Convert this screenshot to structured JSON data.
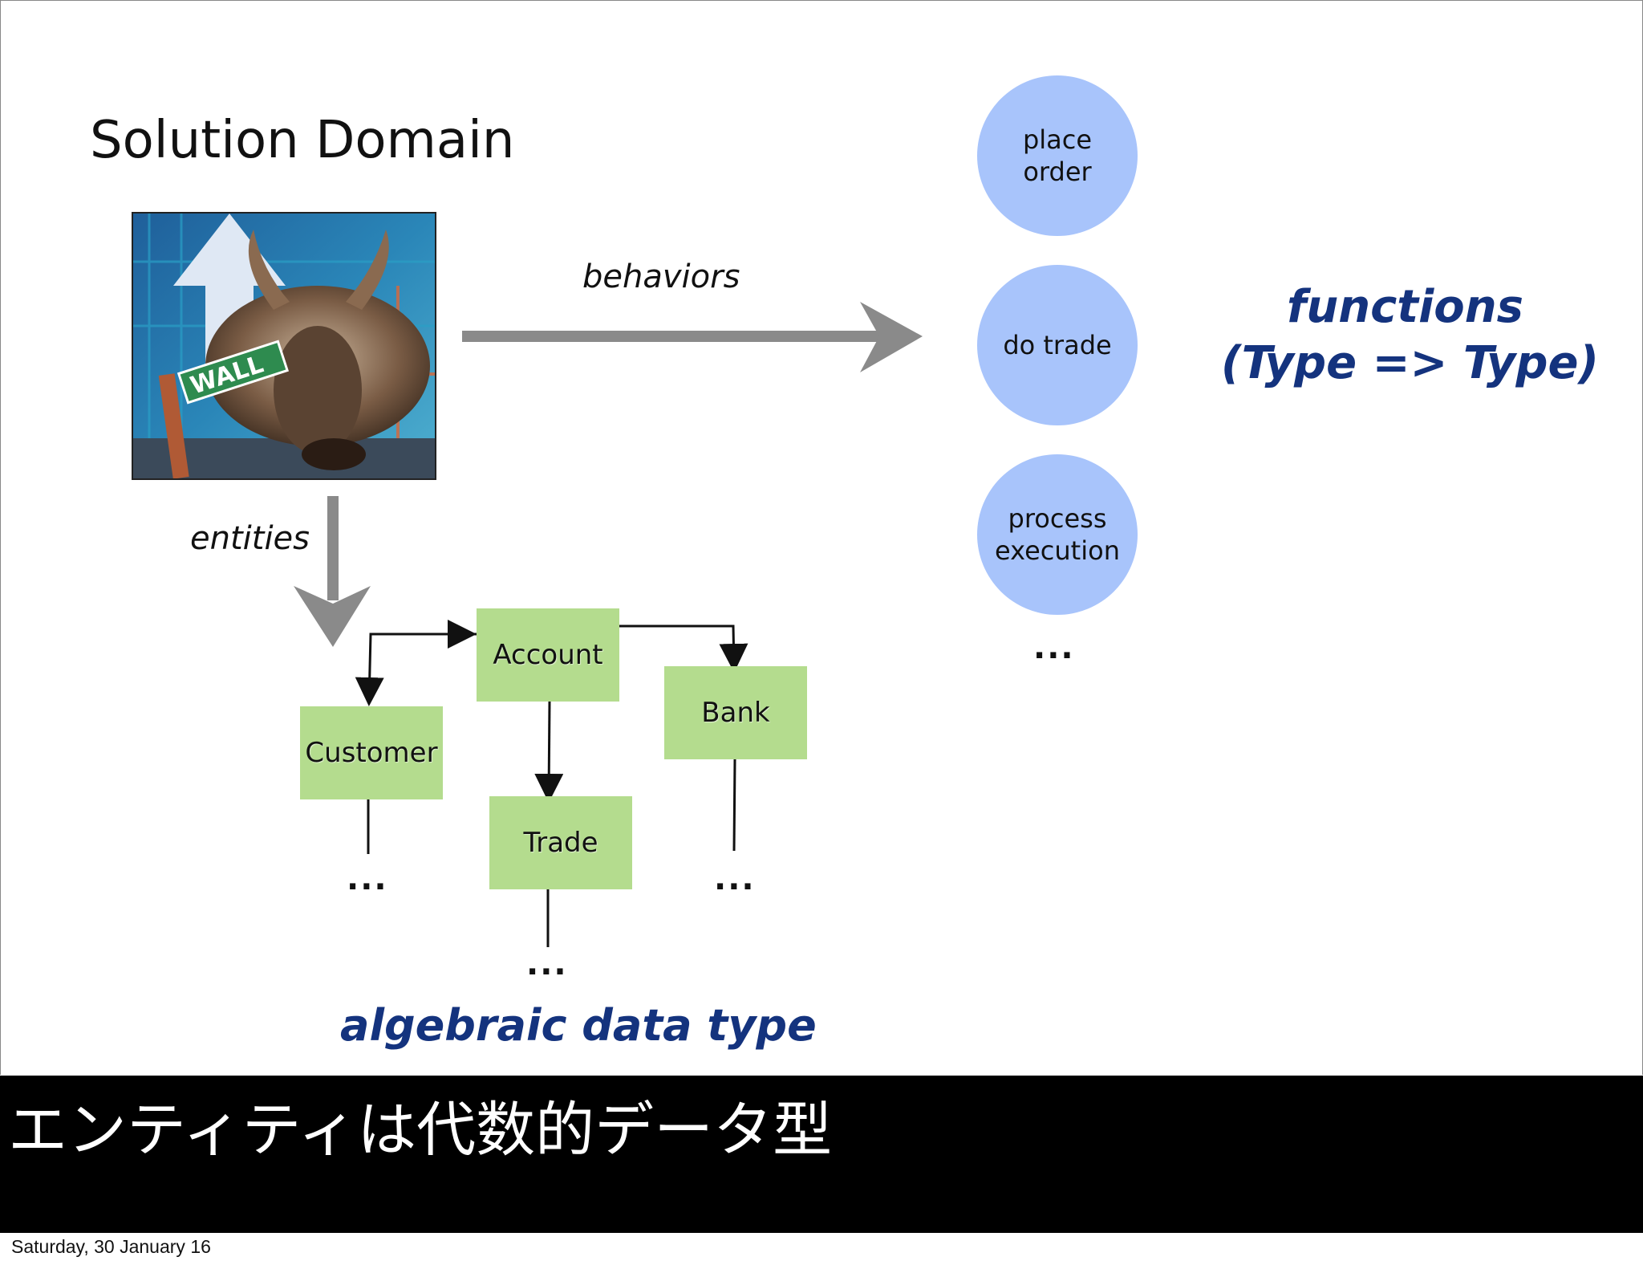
{
  "slide": {
    "title": "Solution Domain",
    "behaviors_label": "behaviors",
    "entities_label": "entities",
    "adt_label": "algebraic data type",
    "functions_line1": "functions",
    "functions_line2": "(Type => Type)"
  },
  "entities": {
    "account": "Account",
    "customer": "Customer",
    "bank": "Bank",
    "trade": "Trade",
    "ellipsis": "..."
  },
  "behaviors": [
    "place\norder",
    "do trade",
    "process\nexecution"
  ],
  "behaviors_more": "...",
  "subtitle": "エンティティは代数的データ型",
  "footer_date": "Saturday, 30 January 16",
  "colors": {
    "entity_box": "#b4dc8e",
    "behavior_circle": "#a8c4fb",
    "emphasis_blue": "#14337e",
    "arrow_gray": "#8a8a8a"
  }
}
